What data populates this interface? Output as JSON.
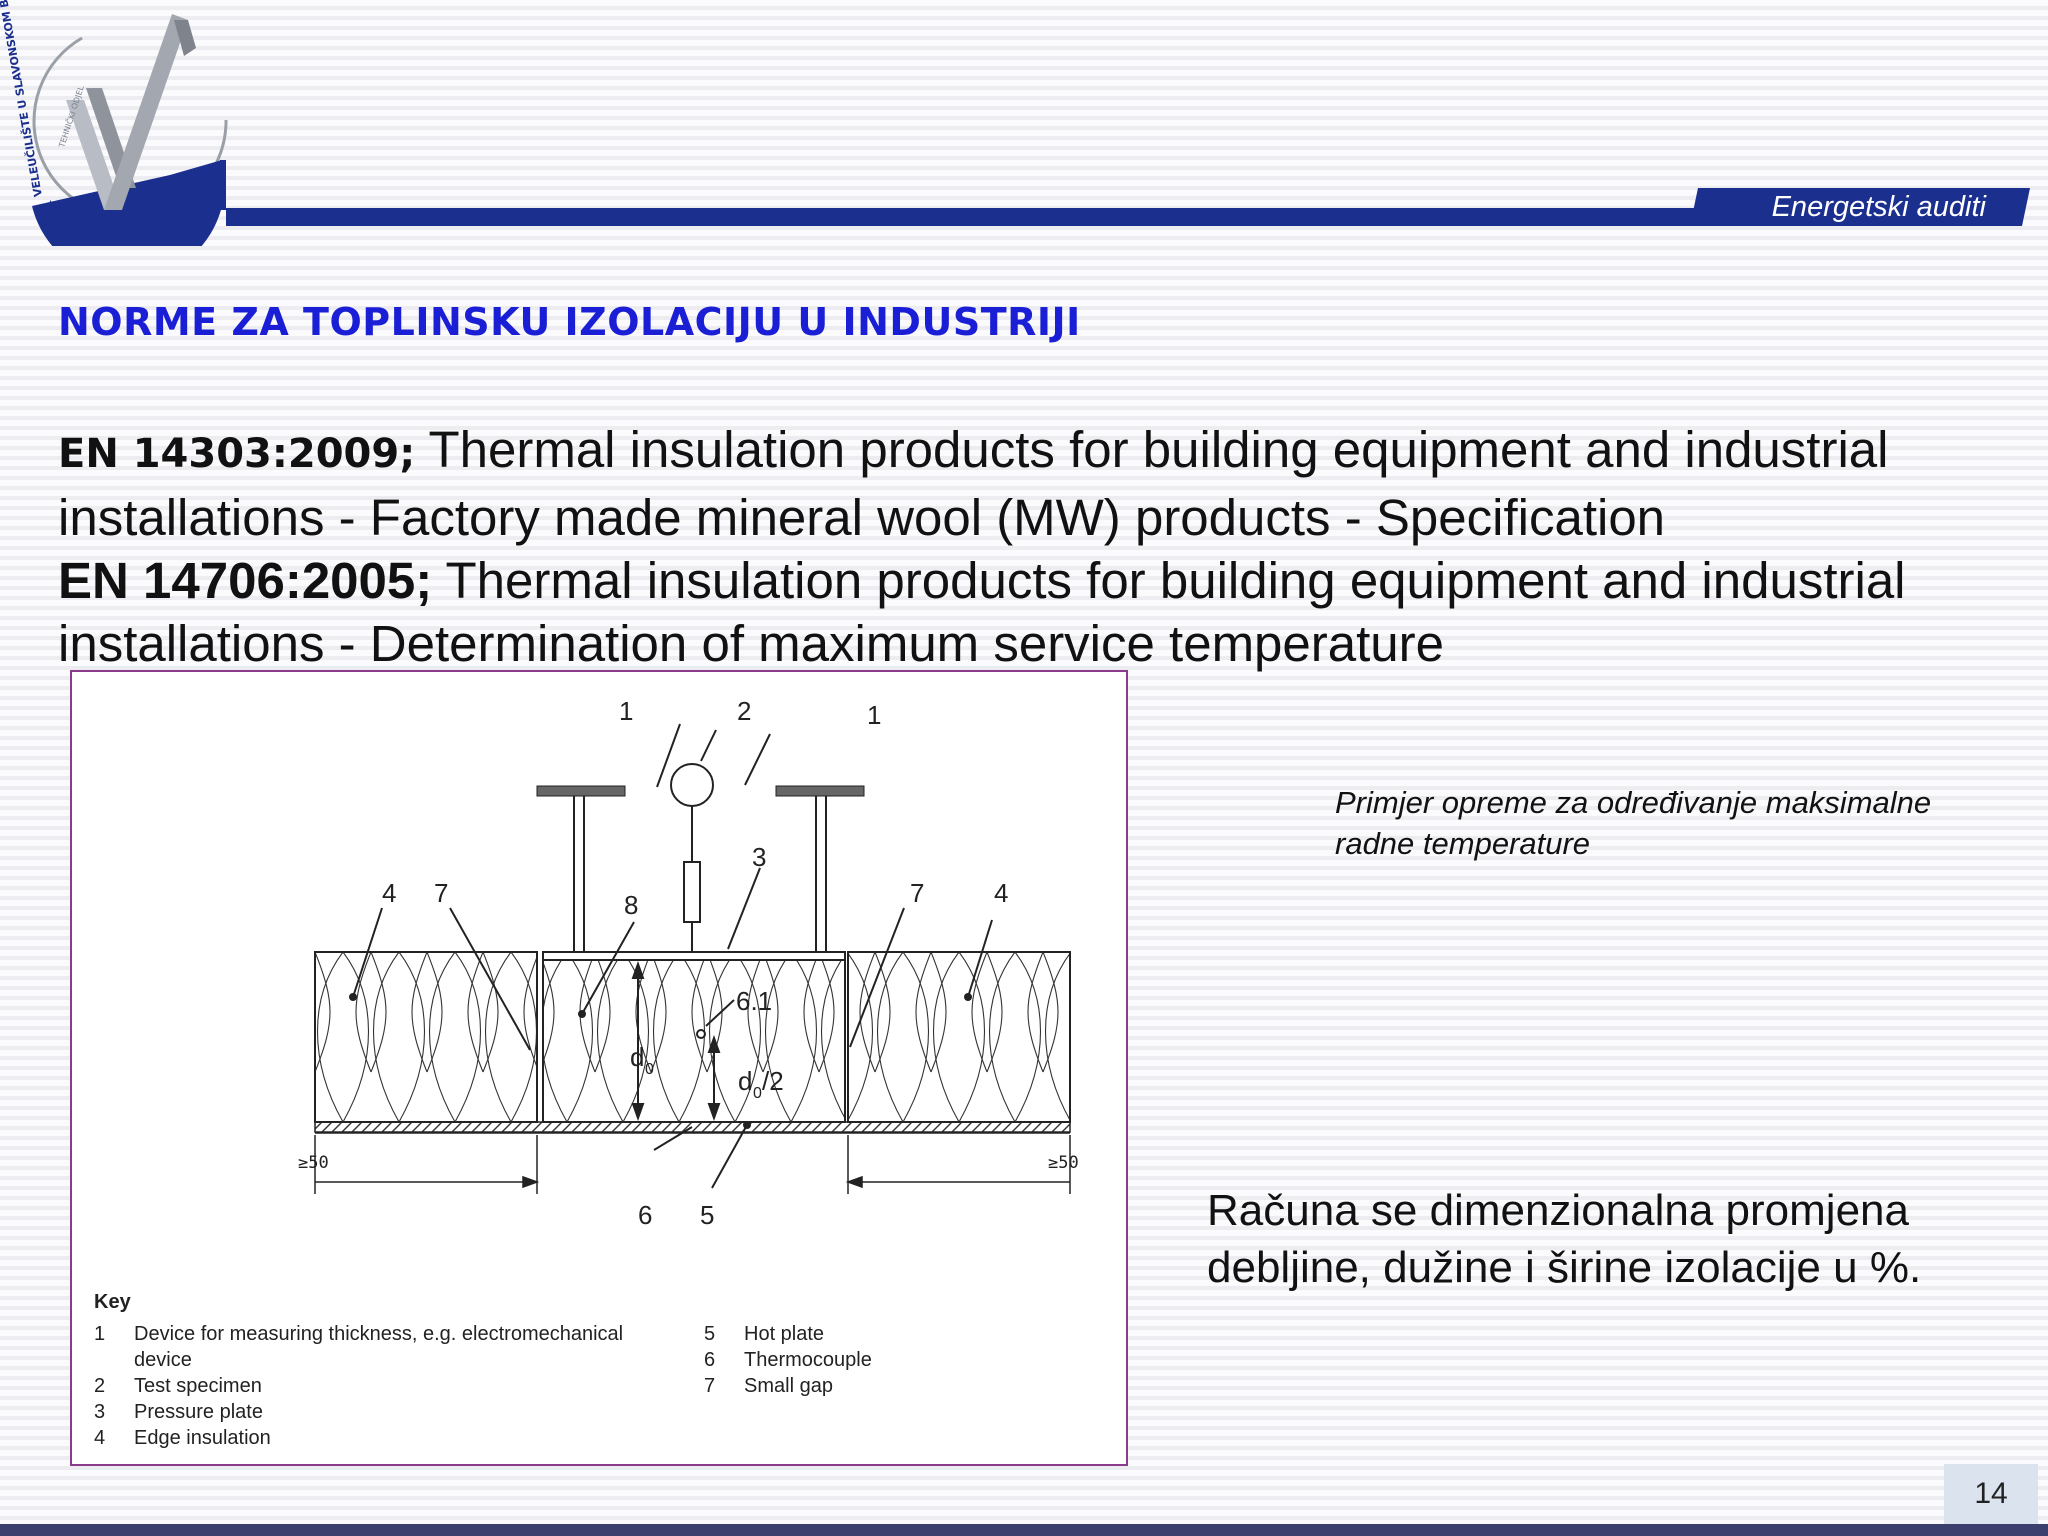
{
  "header": {
    "logo_text": "VELEUČILIŠTE U SLAVONSKOM BRODU",
    "logo_subtext": "TEHNIČKI ODJEL",
    "tab_label": "Energetski auditi"
  },
  "slide": {
    "title": "NORME ZA TOPLINSKU IZOLACIJU U INDUSTRIJI",
    "standards": [
      {
        "code": "EN 14303:2009;",
        "description": "Thermal insulation products for building equipment and industrial installations - Factory made mineral wool (MW) products - Specification"
      },
      {
        "code": "EN 14706:2005;",
        "description": "Thermal insulation products for building equipment and industrial installations - Determination of maximum service temperature"
      }
    ],
    "caption_equipment": "Primjer opreme za određivanje maksimalne radne temperature",
    "caption_calculation": "Računa se dimenzionalna promjena debljine, dužine i širine izolacije u %.",
    "page_number": "14"
  },
  "figure": {
    "callouts": [
      "1",
      "2",
      "1",
      "3",
      "4",
      "7",
      "8",
      "7",
      "4",
      "6.1",
      "6",
      "5"
    ],
    "dim_labels": [
      "d",
      "0",
      "d",
      "0",
      "/2",
      "≥50",
      "≥50"
    ],
    "key_title": "Key",
    "key_items_left": [
      {
        "num": "1",
        "text": "Device for measuring thickness, e.g. electromechanical"
      },
      {
        "num": "",
        "text": "device"
      },
      {
        "num": "2",
        "text": "Test specimen"
      },
      {
        "num": "3",
        "text": "Pressure plate"
      },
      {
        "num": "4",
        "text": "Edge insulation"
      }
    ],
    "key_items_right": [
      {
        "num": "5",
        "text": "Hot plate"
      },
      {
        "num": "6",
        "text": "Thermocouple"
      },
      {
        "num": "7",
        "text": "Small gap"
      }
    ]
  }
}
